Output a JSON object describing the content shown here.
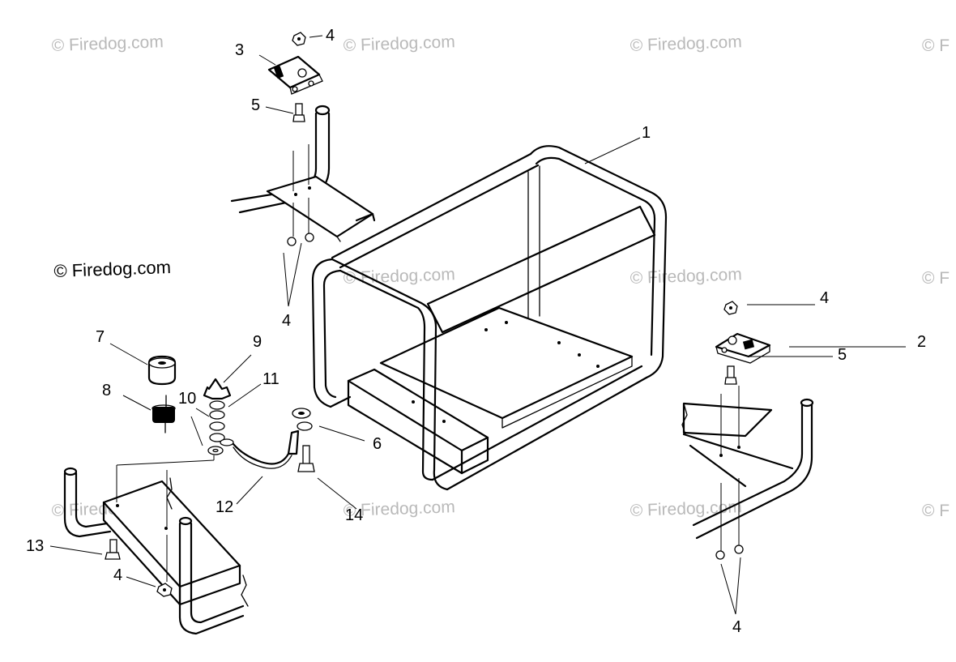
{
  "watermark": {
    "text": "© Firedog.com",
    "edge_text": "© F"
  },
  "copyright_label": "© Firedog.com",
  "callouts": {
    "frame": "1",
    "bracket_right": "2",
    "bracket_top": "3",
    "nut": "4",
    "bolt_short": "5",
    "washer": "6",
    "mount_rubber": "7",
    "mount_damper": "8",
    "wing_nut": "9",
    "washer_set": "10",
    "lock_washer": "11",
    "ground_wire": "12",
    "bolt_bottom": "13",
    "bolt_long": "14"
  }
}
